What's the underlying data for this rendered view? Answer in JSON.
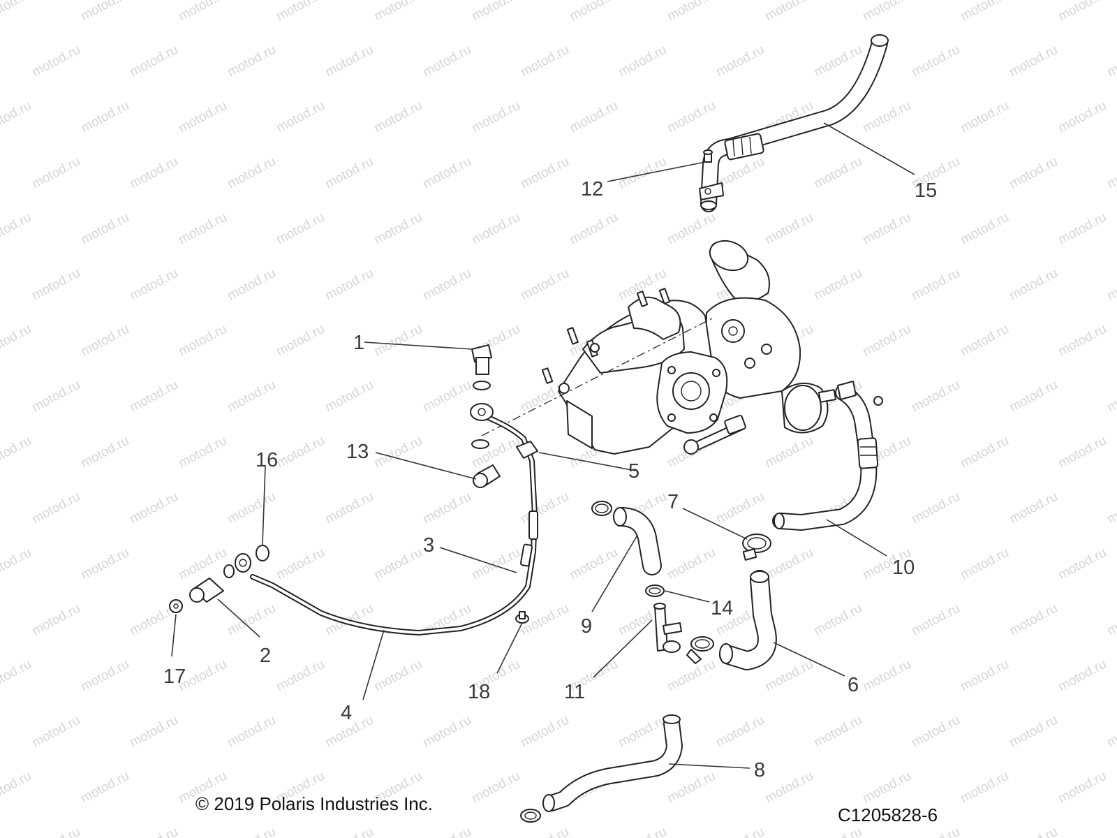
{
  "watermark": "motod.ru",
  "copyright": "© 2019 Polaris Industries Inc.",
  "diagram_code": "C1205828-6",
  "callouts": {
    "c1": "1",
    "c2": "2",
    "c3": "3",
    "c4": "4",
    "c5": "5",
    "c6": "6",
    "c7": "7",
    "c8": "8",
    "c9": "9",
    "c10": "10",
    "c11": "11",
    "c12": "12",
    "c13": "13",
    "c14": "14",
    "c15": "15",
    "c16": "16",
    "c17": "17",
    "c18": "18"
  }
}
